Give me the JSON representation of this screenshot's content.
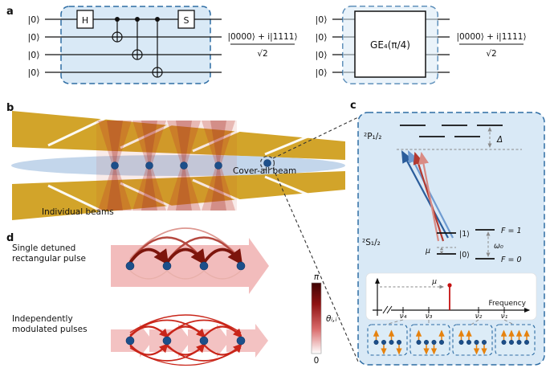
{
  "panel_labels": {
    "a": "a",
    "b": "b",
    "c": "c",
    "d": "d"
  },
  "circuits": {
    "left": {
      "qubits": [
        "|0⟩",
        "|0⟩",
        "|0⟩",
        "|0⟩"
      ],
      "h_gate": "H",
      "s_gate": "S",
      "output_numerator": "|0000⟩ + i|1111⟩",
      "output_denominator": "√2"
    },
    "right": {
      "qubits": [
        "|0⟩",
        "|0⟩",
        "|0⟩",
        "|0⟩"
      ],
      "gate_label": "GE₄(π/4)",
      "output_numerator": "|0000⟩ + i|1111⟩",
      "output_denominator": "√2"
    }
  },
  "ion_trap": {
    "cover_all_beam_label": "Cover-all beam",
    "individual_beams_label": "Individual beams"
  },
  "energy_levels": {
    "p_state": "²P₁/₂",
    "s_state": "²S₁/₂",
    "detuning": "Δ",
    "hyperfine_f1": "F = 1",
    "hyperfine_f0": "F = 0",
    "ket_one": "|1⟩",
    "ket_zero": "|0⟩",
    "qubit_splitting": "ω₀",
    "gate_detuning": "μ"
  },
  "spectrum": {
    "axis_label": "Frequency",
    "mu_label": "μ",
    "modes": [
      "ν₄",
      "ν₃",
      "ν₂",
      "ν₁"
    ],
    "mode_patterns": [
      [
        "up",
        "down",
        "up",
        "down"
      ],
      [
        "up",
        "down",
        "down",
        "up"
      ],
      [
        "up",
        "up",
        "down",
        "down"
      ],
      [
        "up",
        "up",
        "up",
        "up"
      ]
    ]
  },
  "pulse_schemes": {
    "single_label_line1": "Single detuned",
    "single_label_line2": "rectangular pulse",
    "modulated_label_line1": "Independently",
    "modulated_label_line2": "modulated pulses",
    "colorbar_max": "π",
    "colorbar_min": "0",
    "colorbar_label": "θᵢ,ᵢ′"
  },
  "colors": {
    "panel_fill": "#d9e9f6",
    "panel_border": "#2e6da4",
    "gold_beam": "#d2a42a",
    "red_beam": "#c0392b",
    "ion": "#1c4f8a",
    "arc_dark": "#7d150c",
    "arc_red": "#c92519",
    "orange_arrow": "#e6820e"
  }
}
